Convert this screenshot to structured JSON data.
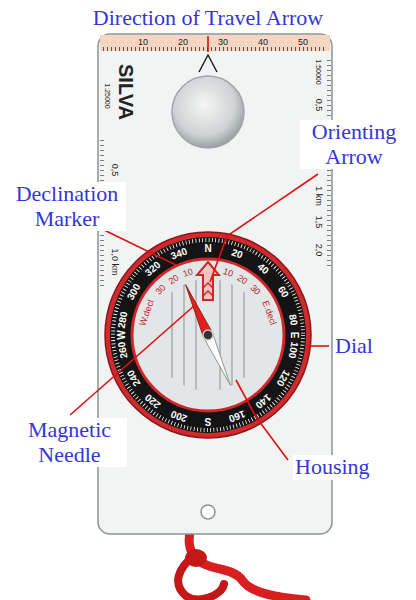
{
  "diagram": {
    "labels": [
      "Direction of Travel Arrow",
      "Orienting Arrow",
      "Declination Marker",
      "Dial",
      "Magnetic Needle",
      "Housing",
      "10",
      "20",
      "30",
      "40",
      "50",
      "SILVA",
      "1:25000",
      "1:50000",
      "0,5",
      "1,0 km",
      "0,5",
      "1 km",
      "1,5",
      "2,0",
      "N",
      "20",
      "40",
      "60",
      "80",
      "E",
      "100",
      "120",
      "140",
      "160",
      "S",
      "200",
      "220",
      "240",
      "260",
      "W",
      "280",
      "300",
      "320",
      "340",
      "W.decl",
      "30",
      "20",
      "10",
      "10",
      "20",
      "30",
      "E.decl"
    ]
  }
}
